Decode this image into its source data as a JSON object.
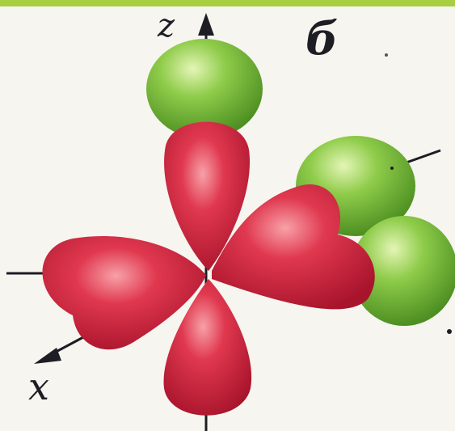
{
  "diagram": {
    "panel_label": "б",
    "axes": {
      "z_label": "z",
      "x_label": "x"
    },
    "colors": {
      "lobe": "#e0384f",
      "sphere": "#8fcc4a",
      "axis": "#1d1d24",
      "band": "#a8cf3f"
    }
  }
}
